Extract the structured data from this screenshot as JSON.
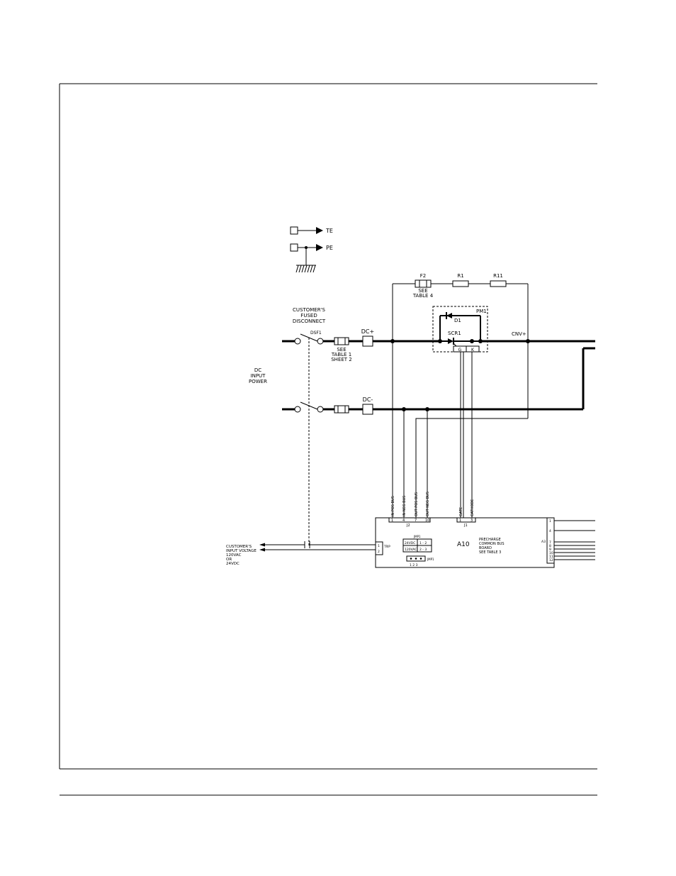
{
  "labels": {
    "te": "TE",
    "pe": "PE",
    "fuse_f2": "F2",
    "f2_see": "SEE",
    "f2_table": "TABLE 4",
    "r1": "R1",
    "r11": "R11",
    "cust_line1": "CUSTOMER'S",
    "cust_line2": "FUSED",
    "cust_line3": "DISCONNECT",
    "dsf1": "DSF1",
    "pm1": "PM1",
    "d1": "D1",
    "scr1": "SCR1",
    "cnv_plus": "CNV+",
    "dc_plus": "DC+",
    "dc_minus": "DC-",
    "see_t1_a": "SEE",
    "see_t1_b": "TABLE 1",
    "see_t1_c": "SHEET 2",
    "dc_input_1": "DC",
    "dc_input_2": "INPUT",
    "dc_input_3": "POWER",
    "pm_pin_g": "G",
    "pm_pin_k": "K",
    "j2_pin1": "IN POS BUS",
    "j2_pin4": "IN NEG BUS",
    "j2_pin7": "OUT POS BUS",
    "j2_pin10": "OUT NEG BUS",
    "j1_pin1": "GATE",
    "j1_pin3": "CATHODE",
    "j2_label": "J2",
    "j1_label": "J1",
    "a10": "A10",
    "board_1": "PRECHARGE",
    "board_2": "COMMON BUS",
    "board_3": "BOARD",
    "board_4": "SEE TABLE 3",
    "jmp1_top": "JMP1",
    "jmp1_r1a": "24VDC",
    "jmp1_r1b": "1 - 2",
    "jmp1_r2a": "120VAC",
    "jmp1_r2b": "2 - 3",
    "jmp1_side": "JMP1",
    "jmp1_pins": "1  2  3",
    "trip": "TRIP",
    "a3": "A3",
    "input_1": "CUSTOMER'S",
    "input_2": "INPUT VOLTAGE",
    "input_3": "120VAC",
    "input_4": "OR",
    "input_5": "24VDC"
  },
  "pins": {
    "j2": [
      "1",
      "4",
      "7",
      "10"
    ],
    "j1": [
      "1",
      "3"
    ],
    "a3": [
      "1",
      "4",
      "7",
      "8",
      "9",
      "10",
      "11",
      "12"
    ],
    "trip": [
      "1",
      "2"
    ]
  }
}
